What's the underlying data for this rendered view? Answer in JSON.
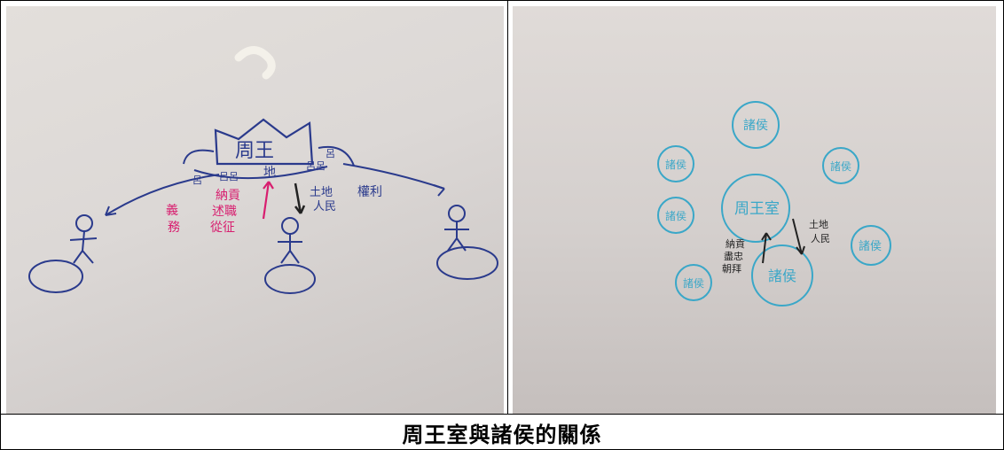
{
  "caption": "周王室與諸侯的關係",
  "left_sketch": {
    "king": "周王",
    "to_vassal": [
      "土地",
      "人民"
    ],
    "authority": "權利",
    "vassal_duties": [
      "納貢",
      "述職",
      "從征"
    ],
    "duties_label": "義務",
    "ground_text": "地"
  },
  "right_sketch": {
    "center": "周王室",
    "vassal": "諸侯",
    "to_vassal": [
      "土地",
      "人民"
    ],
    "to_center": [
      "納貢",
      "盡忠",
      "朝拜"
    ]
  },
  "colors": {
    "blue_ink": "#2a3a8c",
    "red_ink": "#d81e6f",
    "teal_ink": "#3aa7c8",
    "black_ink": "#222222"
  }
}
